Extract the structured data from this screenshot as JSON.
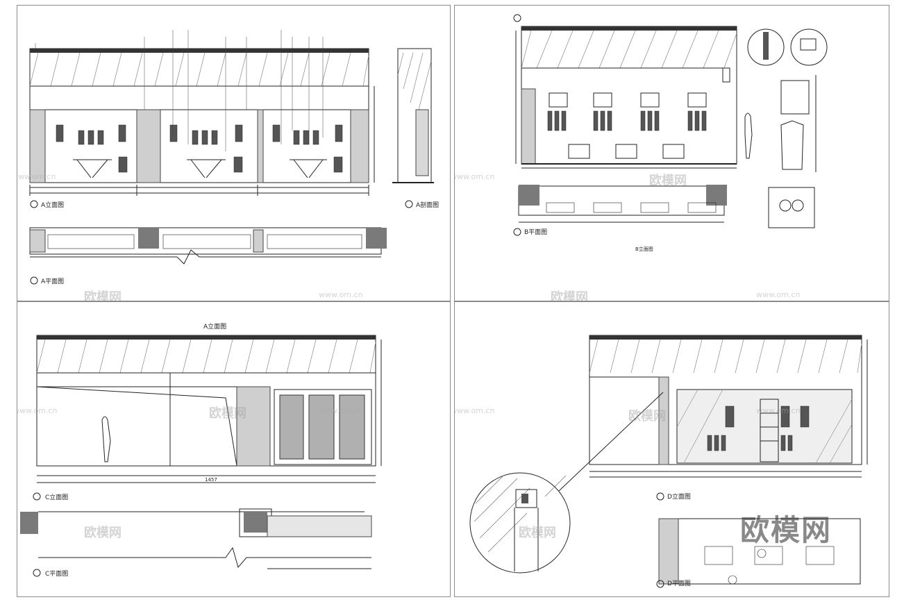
{
  "watermark": {
    "brand": "欧模网",
    "url": "www.om.cn"
  },
  "sheets": {
    "top_left": {
      "elev_a": "A立面图",
      "section_a": "A剖面图",
      "plan_a": "A平面图"
    },
    "top_right": {
      "plan_b": "B平面图",
      "elev_b": "B立面图"
    },
    "bottom_left": {
      "elev_a_top": "A立面图",
      "elev_c": "C立面图",
      "plan_c": "C平面图",
      "dim_total": "1457"
    },
    "bottom_right": {
      "elev_d": "D立面图",
      "plan_d": "D平面图"
    }
  },
  "colors": {
    "line": "#222222",
    "hatch": "#555555",
    "sheet_border": "#8a8a8a",
    "fill_block": "#7a7a7a"
  }
}
